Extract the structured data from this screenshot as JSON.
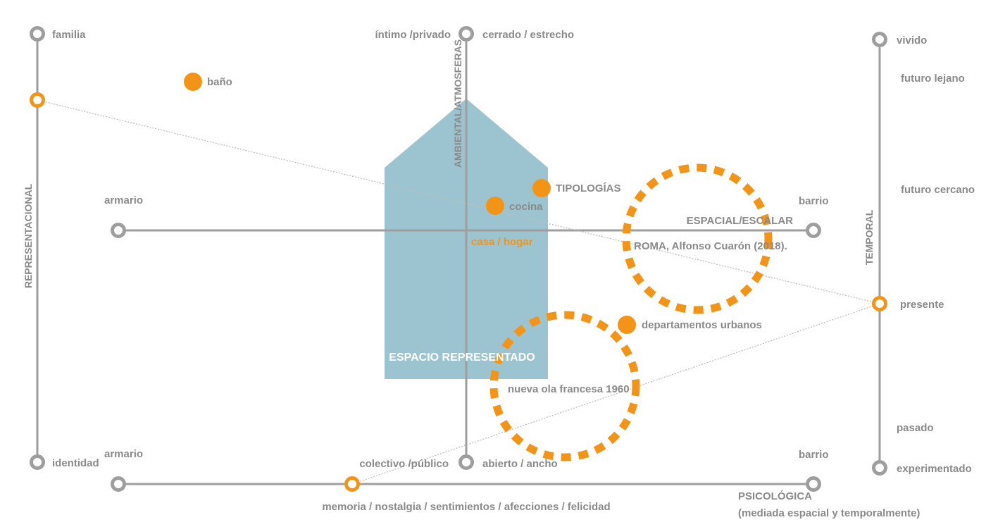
{
  "colors": {
    "axis": "#9e9e9e",
    "orange": "#f39416",
    "house": "#9cc4d0",
    "text": "#8a8a8a",
    "thin_line": "#bdbdbd"
  },
  "axes": {
    "left_vertical": {
      "title": "REPRESENTACIONAL",
      "top": "familia",
      "bottom": "identidad"
    },
    "center_vertical": {
      "title": "AMBIENTAL/ATMOSFERAS",
      "top_left": "íntimo /privado",
      "top_right": "cerrado / estrecho",
      "bottom_left": "colectivo /público",
      "bottom_right": "abierto / ancho"
    },
    "right_vertical": {
      "title": "TEMPORAL",
      "top": "vivido",
      "upper": "futuro lejano",
      "mid_upper": "futuro cercano",
      "center": "presente",
      "lower": "pasado",
      "bottom": "experimentado"
    },
    "middle_horizontal": {
      "title": "ESPACIAL/ESCALAR",
      "left": "armario",
      "right": "barrio"
    },
    "bottom_horizontal": {
      "title": "PSICOLÓGICA",
      "subtitle": "(mediada espacial y temporalmente)",
      "left": "armario",
      "right": "barrio",
      "center": "memoria / nostalgia / sentimientos / afecciones / felicidad"
    }
  },
  "points": {
    "bano": "baño",
    "tipologias": "TIPOLOGÍAS",
    "cocina": "cocina",
    "casa_hogar": "casa / hogar",
    "departamentos": "departamentos urbanos"
  },
  "house_label": "ESPACIO REPRESENTADO",
  "circles": {
    "roma": "ROMA, Alfonso Cuarón (2018).",
    "nueva_ola": "nueva ola francesa 1960"
  }
}
